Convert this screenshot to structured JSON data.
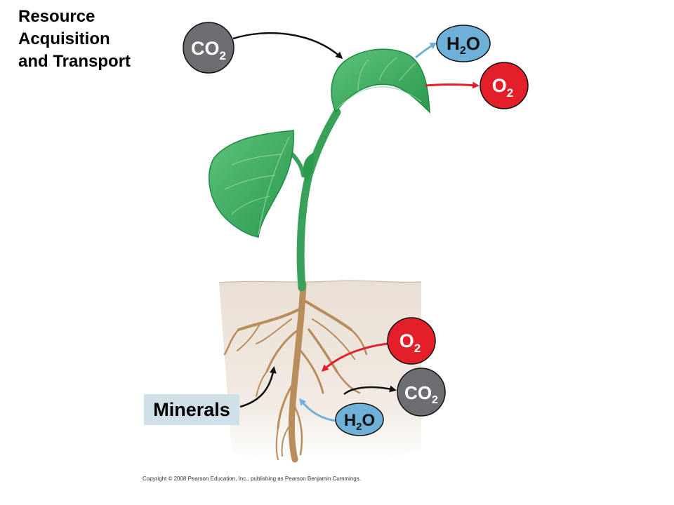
{
  "title": {
    "line1": "Resource",
    "line2": "Acquisition",
    "line3": "and Transport"
  },
  "badges": {
    "co2_top": {
      "main": "CO",
      "sub": "2",
      "color": "#6d6e71"
    },
    "h2o_top": {
      "pre": "H",
      "sub": "2",
      "post": "O",
      "color": "#6fb0d8"
    },
    "o2_top": {
      "main": "O",
      "sub": "2",
      "color": "#e3202a"
    },
    "o2_soil": {
      "main": "O",
      "sub": "2",
      "color": "#e3202a"
    },
    "co2_soil": {
      "main": "CO",
      "sub": "2",
      "color": "#6d6e71"
    },
    "h2o_soil": {
      "pre": "H",
      "sub": "2",
      "post": "O",
      "color": "#6fb0d8"
    }
  },
  "minerals_label": "Minerals",
  "copyright": "Copyright © 2008 Pearson Education, Inc., publishing as Pearson Benjamin Cummings.",
  "colors": {
    "leaf": "#3cae5c",
    "leaf_dark": "#1f8a45",
    "stem": "#3aa15a",
    "soil": "#e8ddd2",
    "root": "#b98c5c",
    "arrow_black": "#111111",
    "arrow_blue": "#6fb0d8",
    "arrow_red": "#e3202a"
  }
}
